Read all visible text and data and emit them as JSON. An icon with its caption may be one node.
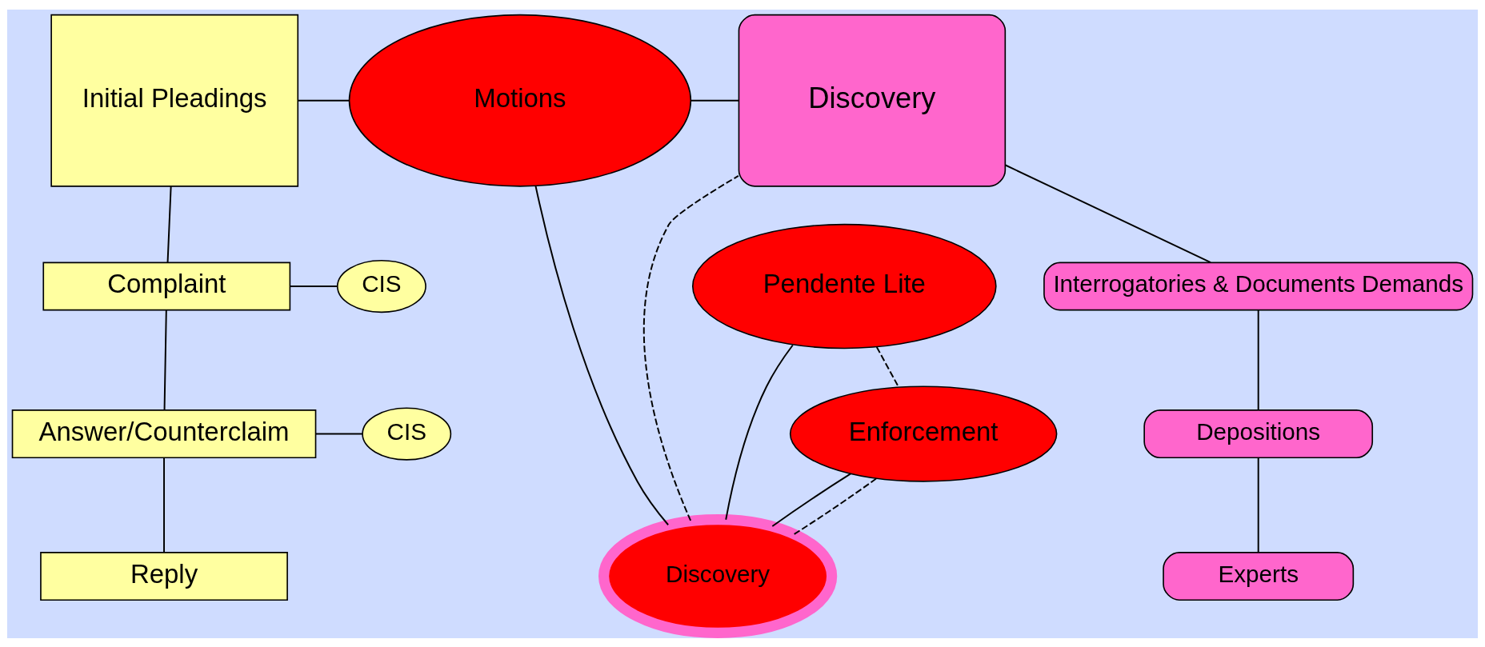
{
  "diagram": {
    "nodes": [
      {
        "text": [
          "Initial Pleadings"
        ]
      },
      {
        "text": [
          "Motions"
        ]
      },
      {
        "text": [
          "Discovery"
        ]
      },
      {
        "text": [
          "Complaint"
        ]
      },
      {
        "text": [
          "CIS"
        ]
      },
      {
        "text": [
          "Pendente Lite"
        ]
      },
      {
        "text": [
          "Interrogatories & Documents Demands"
        ]
      },
      {
        "text": [
          "Answer/Counterclaim"
        ]
      },
      {
        "text": [
          "CIS"
        ]
      },
      {
        "text": [
          "Enforcement"
        ]
      },
      {
        "text": [
          "Depositions"
        ]
      },
      {
        "text": [
          "Discovery"
        ]
      },
      {
        "text": [
          "Experts"
        ]
      },
      {
        "text": [
          "Reply"
        ]
      }
    ],
    "edges": [
      {
        "from": 0,
        "to": 1,
        "arrow": "none"
      },
      {
        "from": 1,
        "to": 2,
        "arrow": "none"
      },
      {
        "from": 0,
        "to": 3,
        "arrow": "none"
      },
      {
        "from": 3,
        "to": 4,
        "arrow": "none"
      },
      {
        "from": 3,
        "to": 7,
        "arrow": "none"
      },
      {
        "from": 7,
        "to": 8,
        "arrow": "none"
      },
      {
        "from": 7,
        "to": 13,
        "arrow": "none"
      },
      {
        "from": 1,
        "to": 11,
        "arrow": "none"
      },
      {
        "from": 5,
        "to": 11,
        "arrow": "none"
      },
      {
        "from": 9,
        "to": 11,
        "arrow": "none"
      },
      {
        "from": 5,
        "to": 9,
        "arrow": "none",
        "style": "dashed"
      },
      {
        "from": 9,
        "to": 11,
        "arrow": "none",
        "style": "dashed"
      },
      {
        "from": 11,
        "to": 2,
        "arrow": "none",
        "style": "dashed"
      },
      {
        "from": 2,
        "to": 6,
        "arrow": "none"
      },
      {
        "from": 6,
        "to": 10,
        "arrow": "none"
      },
      {
        "from": 10,
        "to": 12,
        "arrow": "none"
      }
    ]
  }
}
